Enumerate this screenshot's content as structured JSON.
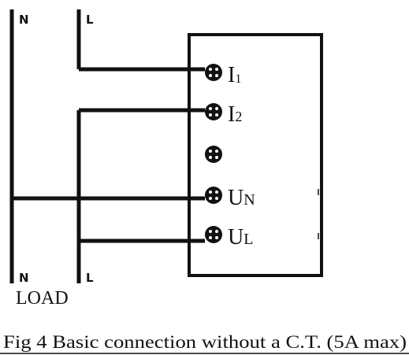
{
  "top_labels": {
    "neutral": "N",
    "line": "L"
  },
  "bottom_labels": {
    "neutral": "N",
    "line": "L",
    "load": "LOAD"
  },
  "terminals": [
    {
      "main": "I",
      "sub": "1"
    },
    {
      "main": "I",
      "sub": "2"
    },
    {
      "main": "",
      "sub": ""
    },
    {
      "main": "U",
      "sub": "N"
    },
    {
      "main": "U",
      "sub": "L"
    }
  ],
  "caption": "Fig 4 Basic connection without a C.T. (5A max)"
}
